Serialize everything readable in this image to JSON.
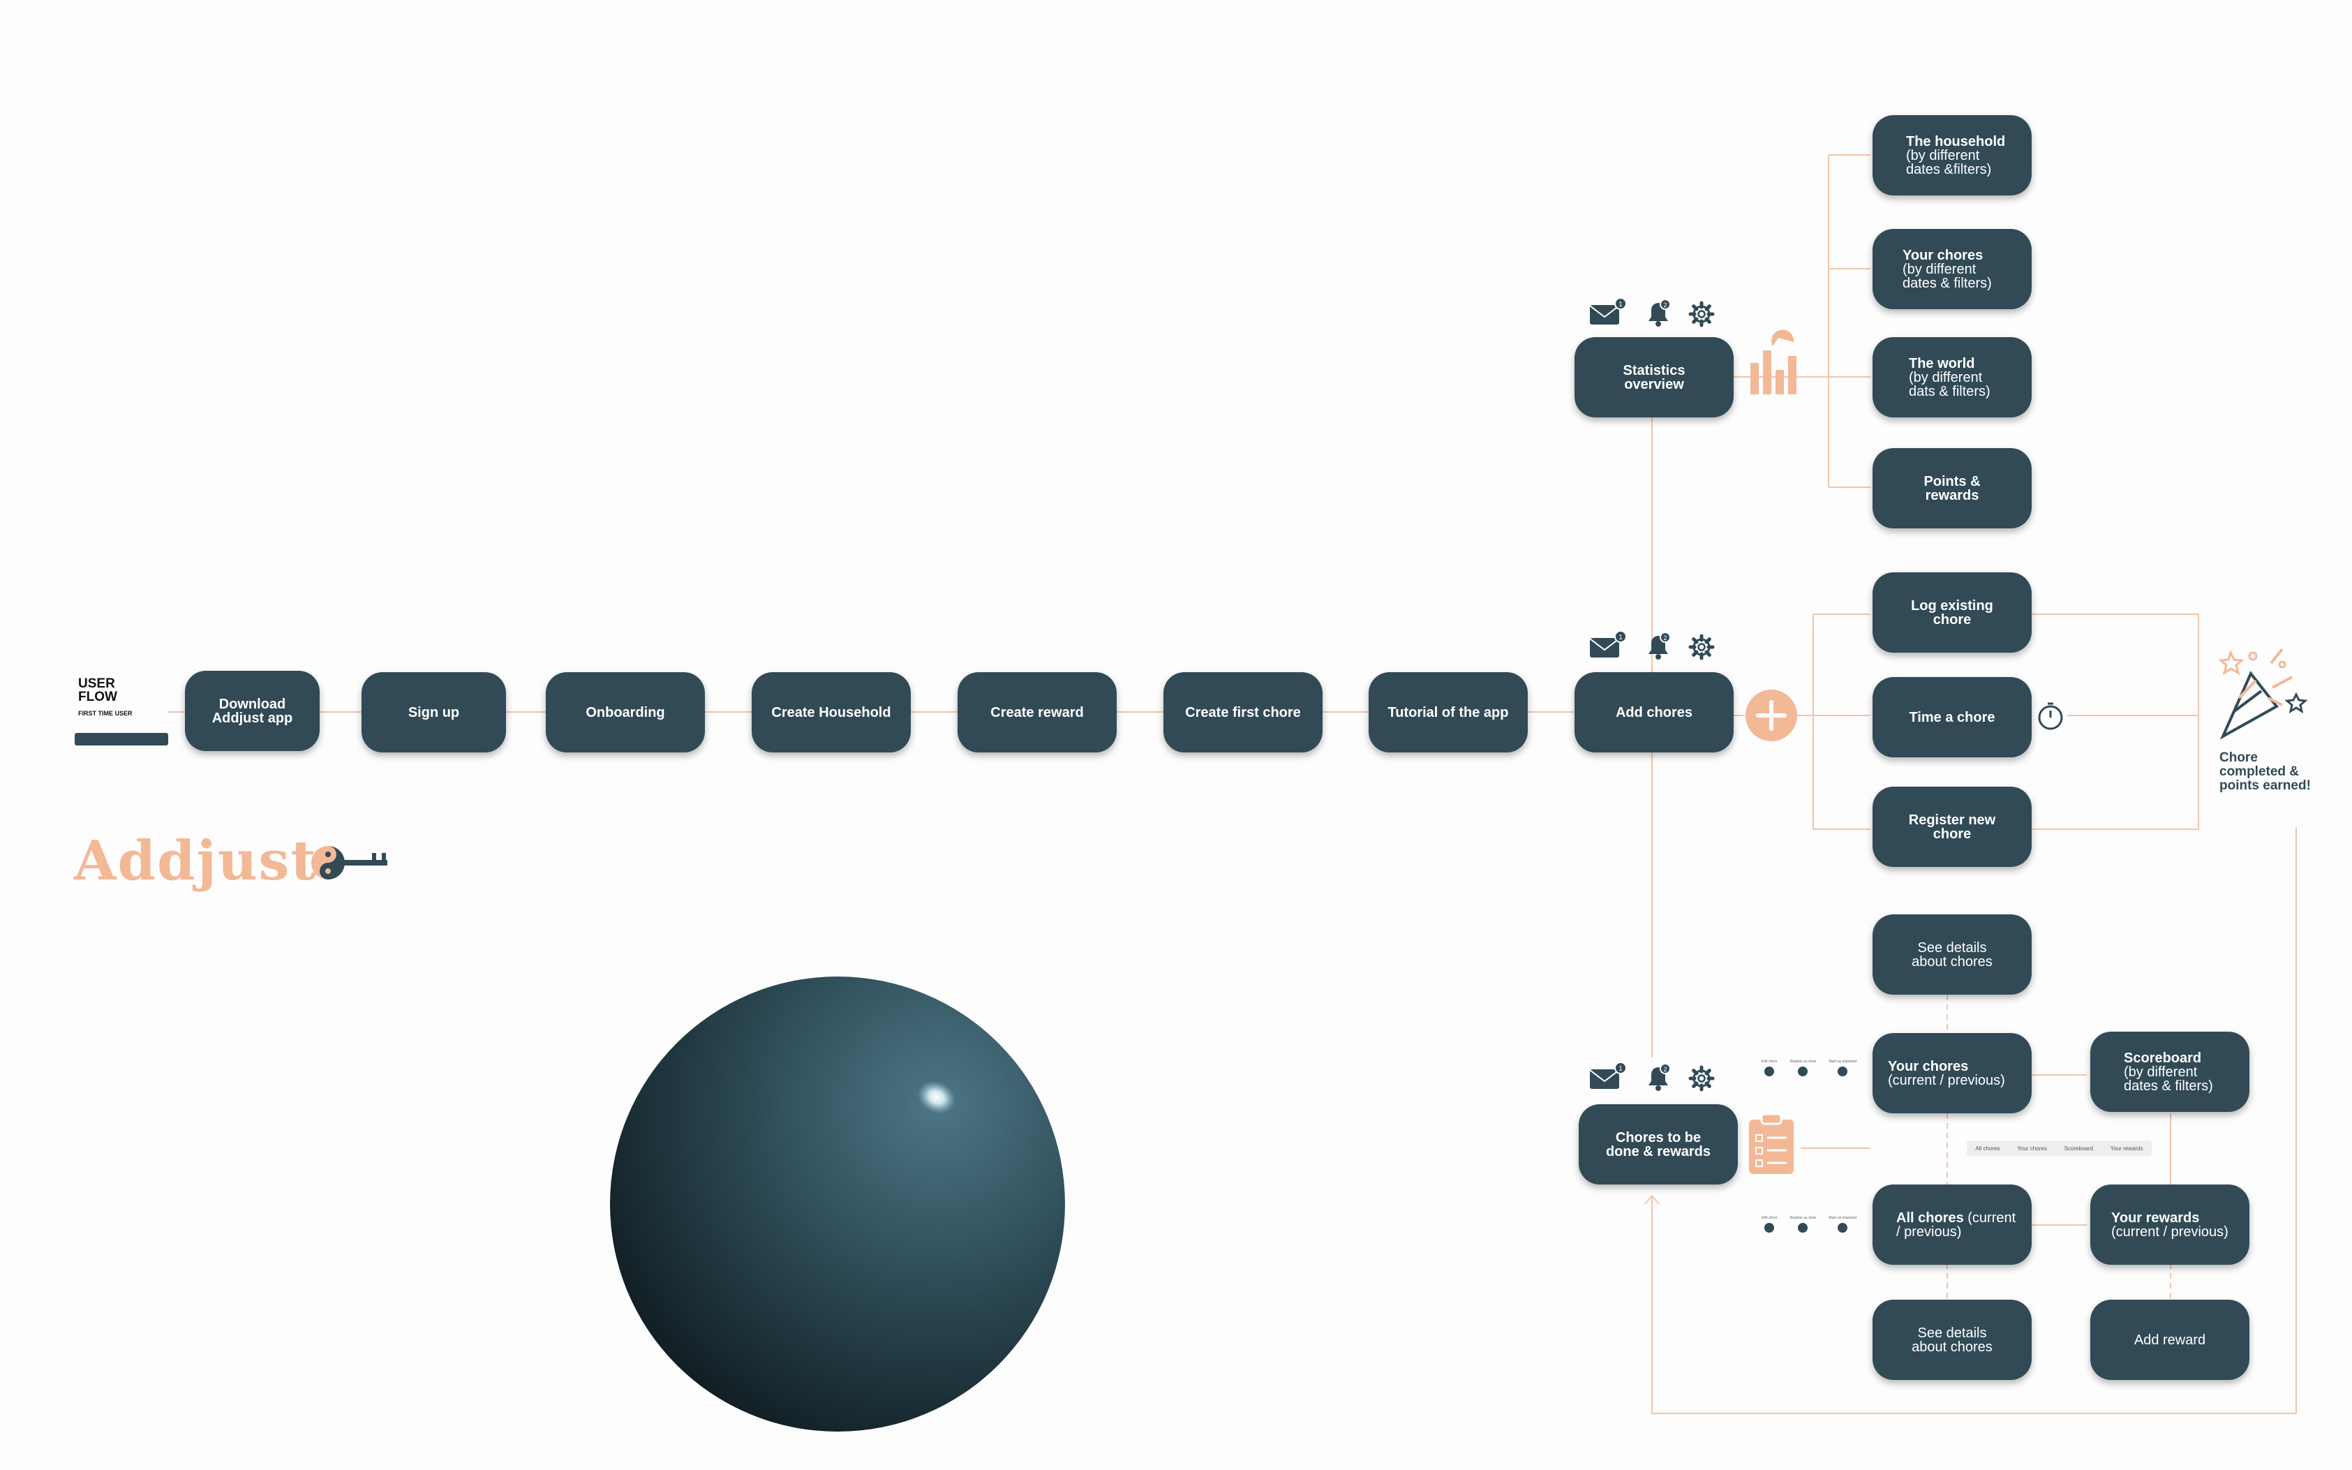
{
  "colors": {
    "node": "#314a56",
    "accent": "#f3b896",
    "line": "#f3c4a6",
    "background": "#fdfdfd"
  },
  "header": {
    "title": "USER FLOW",
    "title_line1": "USER",
    "title_line2": "FLOW",
    "subtitle": "FIRST TIME USER"
  },
  "brand": {
    "name": "Addjust",
    "icon": "key-icon"
  },
  "flow": {
    "download": {
      "line1": "Download",
      "line2": "Addjust app"
    },
    "signup": "Sign up",
    "onboarding": "Onboarding",
    "create_household": "Create Household",
    "create_reward": "Create reward",
    "create_first_chore": "Create first chore",
    "tutorial": "Tutorial of the app",
    "add_chores": "Add chores"
  },
  "top_icons": {
    "mail": "mail-icon",
    "mail_badge": "1",
    "bell": "bell-icon",
    "bell_badge": "2",
    "settings": "gear-icon"
  },
  "statistics": {
    "overview": {
      "line1": "Statistics",
      "line2": "overview"
    },
    "icon": "bar-chart-icon",
    "household": {
      "bold": "The household",
      "line2": "(by different",
      "line3": "dates &filters)"
    },
    "your_chores": {
      "bold": "Your chores",
      "line2": "(by different",
      "line3": "dates & filters)"
    },
    "world": {
      "bold": "The world",
      "line2": "(by different",
      "line3": "dats & filters)"
    },
    "points": {
      "line1": "Points &",
      "line2": "rewards"
    }
  },
  "add_branch": {
    "plus_icon": "plus-icon",
    "log_existing": {
      "line1": "Log existing",
      "line2": "chore"
    },
    "time_chore": "Time a chore",
    "timer_icon": "stopwatch-icon",
    "register_new": {
      "line1": "Register new",
      "line2": "chore"
    }
  },
  "celebration": {
    "icon": "party-popper-icon",
    "line1": "Chore",
    "line2": "completed &",
    "line3": "points earned!"
  },
  "chores_section": {
    "main": {
      "line1": "Chores to be",
      "line2": "done & rewards"
    },
    "icon": "clipboard-icon",
    "see_details_top": {
      "line1": "See details",
      "line2": "about chores"
    },
    "your_chores": {
      "bold": "Your chores",
      "normal": "(current / previous)"
    },
    "scoreboard": {
      "bold": "Scoreboard",
      "line2": "(by different",
      "line3": "dates &  filters)"
    },
    "all_chores": {
      "bold": "All chores",
      "normal_inline": " (current",
      "line2": "/ previous)"
    },
    "your_rewards": {
      "bold": "Your rewards",
      "normal": "(current / previous)"
    },
    "see_details_bottom": {
      "line1": "See details",
      "line2": "about chores"
    },
    "add_reward": "Add reward",
    "tabs": [
      "All chores",
      "Your chores",
      "Scoreboard",
      "Your rewards"
    ],
    "chore_actions": [
      "Edit chore",
      "Register as done",
      "Mark as important"
    ]
  }
}
